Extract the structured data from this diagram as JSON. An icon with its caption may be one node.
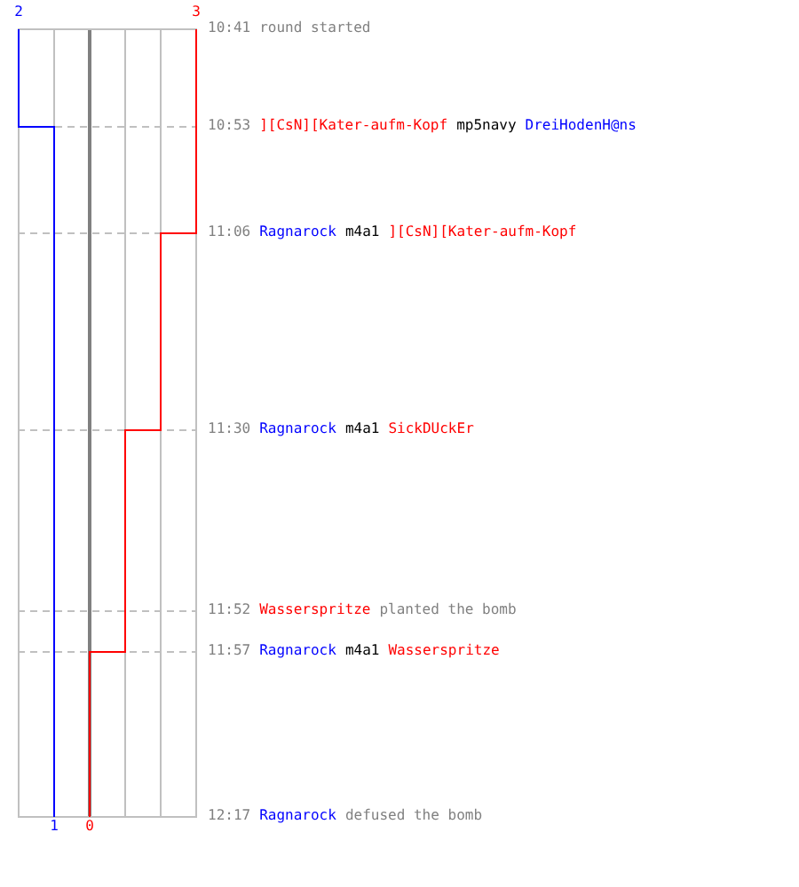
{
  "diagram": {
    "labels": [
      "2",
      "3",
      "10:41",
      "round started",
      "10:53",
      "][CsN][Kater-aufm-Kopf",
      "mp5navy",
      "DreiHodenH@ns",
      "11:06",
      "Ragnarock",
      "m4a1",
      "][CsN][Kater-aufm-Kopf",
      "11:30",
      "Ragnarock",
      "m4a1",
      "SickDUckEr",
      "11:52",
      "Wasserspritze",
      "planted the bomb",
      "11:57",
      "Ragnarock",
      "m4a1",
      "Wasserspritze",
      "1",
      "0",
      "12:17",
      "Ragnarock",
      "defused the bomb"
    ]
  }
}
